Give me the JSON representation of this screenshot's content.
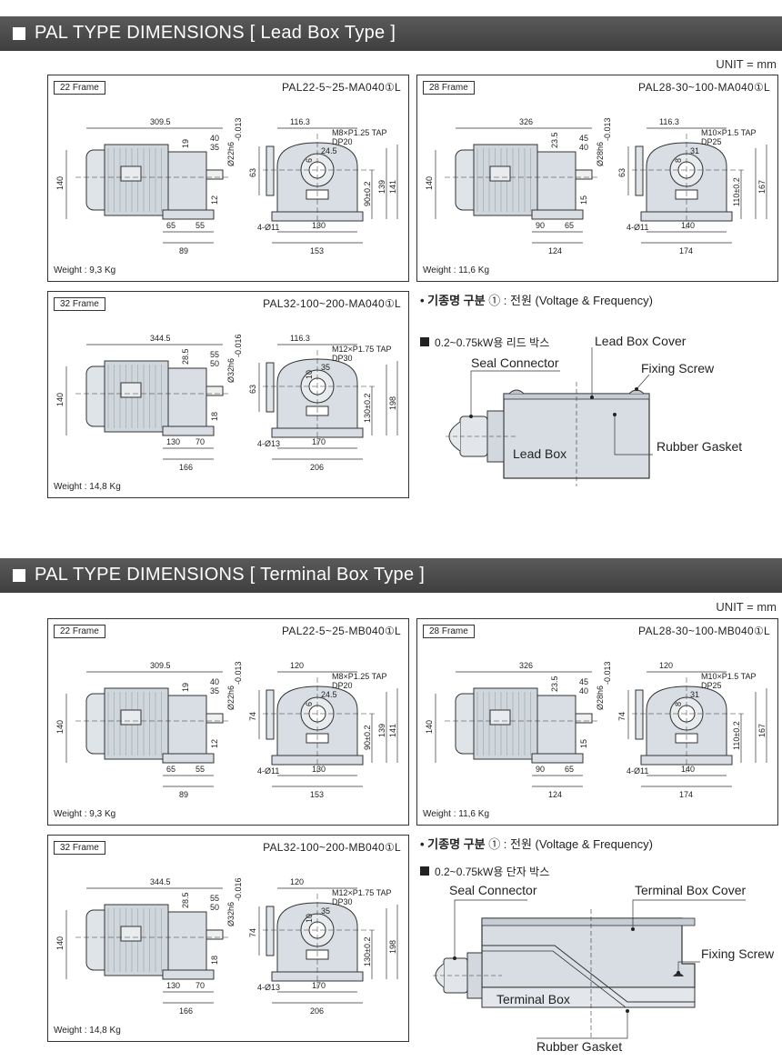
{
  "lead_section": {
    "title": "PAL TYPE DIMENSIONS [ Lead Box Type ]",
    "unit": "UNIT = mm",
    "panels": [
      {
        "frame": "22 Frame",
        "model": "PAL22-5~25-MA040①L",
        "weight": "Weight : 9,3 Kg",
        "dims": {
          "length": "309.5",
          "shaft1": "40",
          "shaft2": "35",
          "shaft_dia": "Ø22h6",
          "tol": "-0.013",
          "h": "140",
          "d19": "19",
          "d12": "12",
          "b65": "65",
          "b55": "55",
          "b89": "89",
          "w": "116.3",
          "tap": "M8×P1.25 TAP",
          "dp": "DP20",
          "k245": "24.5",
          "k6": "6",
          "h63": "63",
          "h90": "90±0.2",
          "h139": "139",
          "h141": "141",
          "hole": "4-Ø11",
          "w130": "130",
          "w153": "153"
        }
      },
      {
        "frame": "28 Frame",
        "model": "PAL28-30~100-MA040①L",
        "weight": "Weight : 11,6 Kg",
        "dims": {
          "length": "326",
          "shaft1": "45",
          "shaft2": "40",
          "shaft_dia": "Ø28h6",
          "tol": "-0.013",
          "h": "140",
          "d19": "23.5",
          "d12": "15",
          "b65": "90",
          "b55": "65",
          "b89": "124",
          "w": "116.3",
          "tap": "M10×P1.5 TAP",
          "dp": "DP25",
          "k245": "31",
          "k6": "8",
          "h63": "63",
          "h90": "110±0.2",
          "h139": "",
          "h141": "167",
          "hole": "4-Ø11",
          "w130": "140",
          "w153": "174"
        }
      },
      {
        "frame": "32 Frame",
        "model": "PAL32-100~200-MA040①L",
        "weight": "Weight : 14,8 Kg",
        "dims": {
          "length": "344.5",
          "shaft1": "55",
          "shaft2": "50",
          "shaft_dia": "Ø32h6",
          "tol": "-0.016",
          "h": "140",
          "d19": "28.5",
          "d12": "18",
          "b65": "130",
          "b55": "70",
          "b89": "166",
          "w": "116.3",
          "tap": "M12×P1.75 TAP",
          "dp": "DP30",
          "k245": "35",
          "k6": "10",
          "h63": "63",
          "h90": "130±0.2",
          "h139": "",
          "h141": "198",
          "hole": "4-Ø13",
          "w130": "170",
          "w153": "206"
        }
      }
    ],
    "note_prefix": "• 기종명 구분",
    "note_text": " ① : 전원 (Voltage & Frequency)",
    "box_title": "0.2~0.75kW용 리드 박스",
    "labels": {
      "cover": "Lead Box Cover",
      "seal": "Seal Connector",
      "screw": "Fixing Screw",
      "box": "Lead Box",
      "gasket": "Rubber Gasket"
    }
  },
  "terminal_section": {
    "title": "PAL TYPE DIMENSIONS [ Terminal Box Type ]",
    "unit": "UNIT = mm",
    "panels": [
      {
        "frame": "22 Frame",
        "model": "PAL22-5~25-MB040①L",
        "weight": "Weight : 9,3 Kg",
        "dims": {
          "length": "309.5",
          "shaft1": "40",
          "shaft2": "35",
          "shaft_dia": "Ø22h6",
          "tol": "-0.013",
          "h": "140",
          "d19": "19",
          "d12": "12",
          "b65": "65",
          "b55": "55",
          "b89": "89",
          "w": "120",
          "tap": "M8×P1.25 TAP",
          "dp": "DP20",
          "k245": "24.5",
          "k6": "6",
          "h63": "74",
          "h90": "90±0.2",
          "h139": "139",
          "h141": "141",
          "hole": "4-Ø11",
          "w130": "130",
          "w153": "153"
        }
      },
      {
        "frame": "28 Frame",
        "model": "PAL28-30~100-MB040①L",
        "weight": "Weight : 11,6 Kg",
        "dims": {
          "length": "326",
          "shaft1": "45",
          "shaft2": "40",
          "shaft_dia": "Ø28h6",
          "tol": "-0.013",
          "h": "140",
          "d19": "23.5",
          "d12": "15",
          "b65": "90",
          "b55": "65",
          "b89": "124",
          "w": "120",
          "tap": "M10×P1.5 TAP",
          "dp": "DP25",
          "k245": "31",
          "k6": "8",
          "h63": "74",
          "h90": "110±0.2",
          "h139": "",
          "h141": "167",
          "hole": "4-Ø11",
          "w130": "140",
          "w153": "174"
        }
      },
      {
        "frame": "32 Frame",
        "model": "PAL32-100~200-MB040①L",
        "weight": "Weight : 14,8 Kg",
        "dims": {
          "length": "344.5",
          "shaft1": "55",
          "shaft2": "50",
          "shaft_dia": "Ø32h6",
          "tol": "-0.016",
          "h": "140",
          "d19": "28.5",
          "d12": "18",
          "b65": "130",
          "b55": "70",
          "b89": "166",
          "w": "120",
          "tap": "M12×P1.75 TAP",
          "dp": "DP30",
          "k245": "35",
          "k6": "10",
          "h63": "74",
          "h90": "130±0.2",
          "h139": "",
          "h141": "198",
          "hole": "4-Ø13",
          "w130": "170",
          "w153": "206"
        }
      }
    ],
    "note_prefix": "• 기종명 구분",
    "note_text": " ① : 전원 (Voltage & Frequency)",
    "box_title": "0.2~0.75kW용 단자 박스",
    "labels": {
      "seal": "Seal Connector",
      "cover": "Terminal Box Cover",
      "screw": "Fixing Screw",
      "box": "Terminal Box",
      "gasket": "Rubber Gasket"
    }
  }
}
